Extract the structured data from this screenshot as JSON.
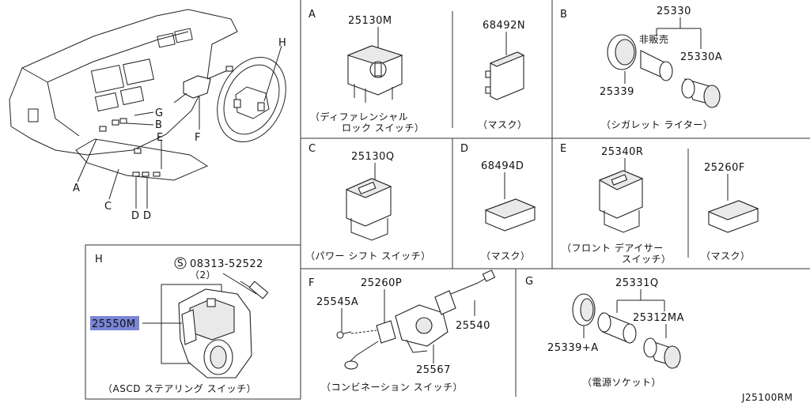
{
  "diagram_id": "J25100RM",
  "overview": {
    "labels": [
      "H",
      "G",
      "B",
      "E",
      "F",
      "A",
      "C",
      "D",
      "D"
    ]
  },
  "panels": {
    "A": {
      "letter": "A",
      "parts": [
        {
          "number": "25130M",
          "caption_lines": [
            "（ディファレンシャル",
            "ロック スイッチ）"
          ]
        },
        {
          "number": "68492N",
          "caption_lines": [
            "（マスク）"
          ]
        }
      ]
    },
    "B": {
      "letter": "B",
      "group_number": "25330",
      "note": "非販売",
      "parts": [
        {
          "number": "25339"
        },
        {
          "number": "25330A"
        }
      ],
      "caption_lines": [
        "（シガレット ライター）"
      ]
    },
    "C": {
      "letter": "C",
      "parts": [
        {
          "number": "25130Q"
        }
      ],
      "caption_lines": [
        "（パワー シフト スイッチ）"
      ]
    },
    "D": {
      "letter": "D",
      "parts": [
        {
          "number": "68494D"
        }
      ],
      "caption_lines": [
        "（マスク）"
      ]
    },
    "E": {
      "letter": "E",
      "parts": [
        {
          "number": "25340R",
          "caption_lines": [
            "（フロント デアイサー",
            "スイッチ）"
          ]
        },
        {
          "number": "25260F",
          "caption_lines": [
            "（マスク）"
          ]
        }
      ]
    },
    "H": {
      "letter": "H",
      "screw_symbol": "S",
      "screw_number": "08313-52522",
      "screw_qty": "（2）",
      "parts": [
        {
          "number": "25550M"
        }
      ],
      "caption_lines": [
        "（ASCD ステアリング スイッチ）"
      ]
    },
    "F": {
      "letter": "F",
      "parts": [
        {
          "number": "25260P"
        },
        {
          "number": "25545A"
        },
        {
          "number": "25540"
        },
        {
          "number": "25567"
        }
      ],
      "caption_lines": [
        "（コンビネーション スイッチ）"
      ]
    },
    "G": {
      "letter": "G",
      "group_number": "25331Q",
      "parts": [
        {
          "number": "25312MA"
        },
        {
          "number": "25339+A"
        }
      ],
      "caption_lines": [
        "（電源ソケット）"
      ]
    }
  }
}
